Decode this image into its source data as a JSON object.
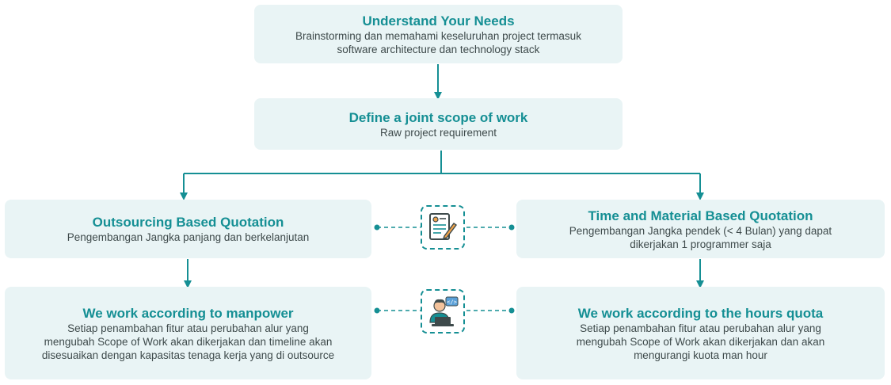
{
  "steps": {
    "understand": {
      "title": "Understand Your Needs",
      "desc_line1": "Brainstorming dan memahami keseluruhan project termasuk",
      "desc_line2": "software architecture dan technology stack"
    },
    "scope": {
      "title": "Define a joint scope of work",
      "desc": "Raw project requirement"
    },
    "outsourcing": {
      "title": "Outsourcing Based Quotation",
      "desc": "Pengembangan Jangka panjang dan berkelanjutan"
    },
    "time_material": {
      "title": "Time and Material Based Quotation",
      "desc_line1": "Pengembangan Jangka pendek (< 4 Bulan) yang dapat",
      "desc_line2": "dikerjakan 1 programmer saja"
    },
    "manpower": {
      "title": "We work according to manpower",
      "desc_line1": "Setiap penambahan fitur atau perubahan alur yang",
      "desc_line2": "mengubah Scope of Work akan dikerjakan dan timeline akan",
      "desc_line3": "disesuaikan dengan kapasitas tenaga kerja yang di outsource"
    },
    "hours_quota": {
      "title": "We work according to the hours quota",
      "desc_line1": "Setiap penambahan fitur atau perubahan alur yang",
      "desc_line2": "mengubah Scope of Work akan dikerjakan dan akan",
      "desc_line3": "mengurangi kuota man hour"
    }
  },
  "icons": {
    "quotation": "contract-document-icon",
    "worker": "programmer-laptop-icon"
  },
  "colors": {
    "accent": "#158f94",
    "box_bg": "#e9f4f5",
    "text": "#3e4a4b"
  }
}
